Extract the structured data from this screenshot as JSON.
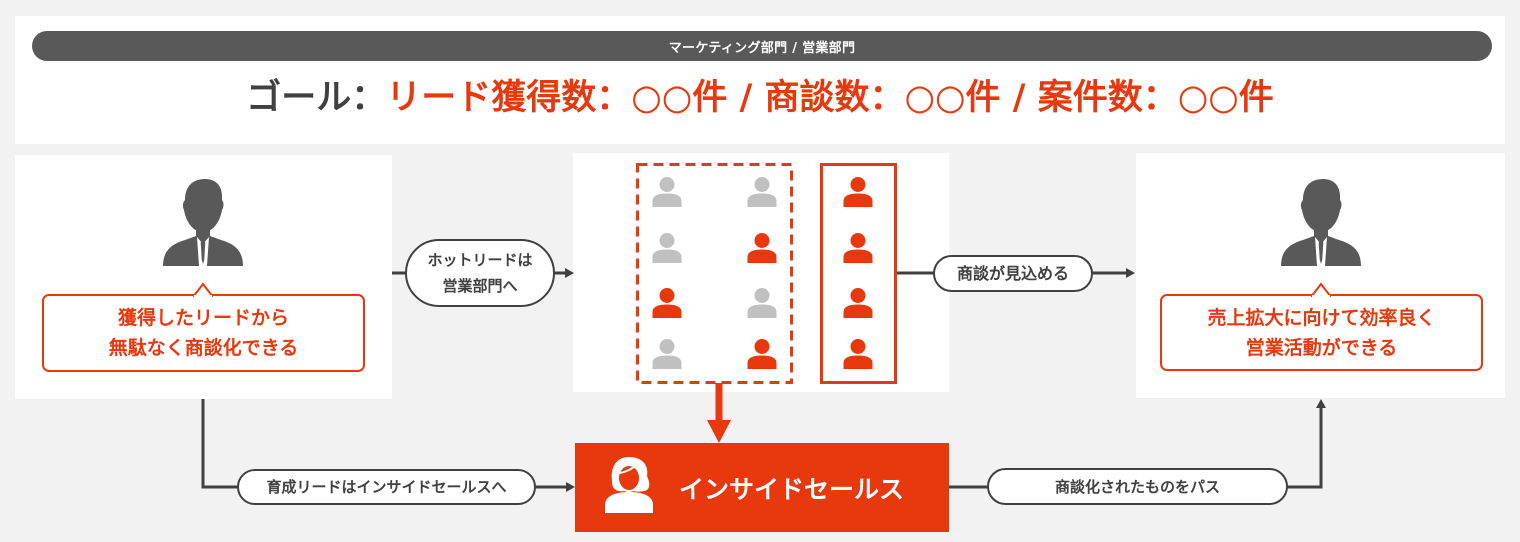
{
  "colors": {
    "accent": "#e8380d",
    "dark": "#595959",
    "line": "#404040",
    "lead_cold": "#c0c0c0",
    "lead_hot": "#e8380d",
    "background": "#f2f2f2"
  },
  "header": {
    "department_label": "マーケティング部門 / 営業部門",
    "goal_label": "ゴール：",
    "goal_text": "リード獲得数：○○件 / 商談数：○○件 / 案件数：○○件"
  },
  "marketing": {
    "icon": "businessman-icon",
    "bubble_line1": "獲得したリードから",
    "bubble_line2": "無駄なく商談化できる"
  },
  "sales": {
    "icon": "businessman-icon",
    "bubble_line1": "売上拡大に向けて効率良く",
    "bubble_line2": "営業活動ができる"
  },
  "leads": {
    "pool_columns": [
      [
        "cold",
        "cold",
        "hot",
        "cold"
      ],
      [
        "cold",
        "hot",
        "cold",
        "hot"
      ]
    ],
    "qualified_column": [
      "hot",
      "hot",
      "hot",
      "hot"
    ]
  },
  "flows": {
    "hot_lead_line1": "ホットリードは",
    "hot_lead_line2": "営業部門へ",
    "prospect": "商談が見込める",
    "nurture": "育成リードはインサイドセールスへ",
    "pass": "商談化されたものをパス"
  },
  "inside_sales": {
    "icon": "woman-operator-icon",
    "label": "インサイドセールス"
  }
}
